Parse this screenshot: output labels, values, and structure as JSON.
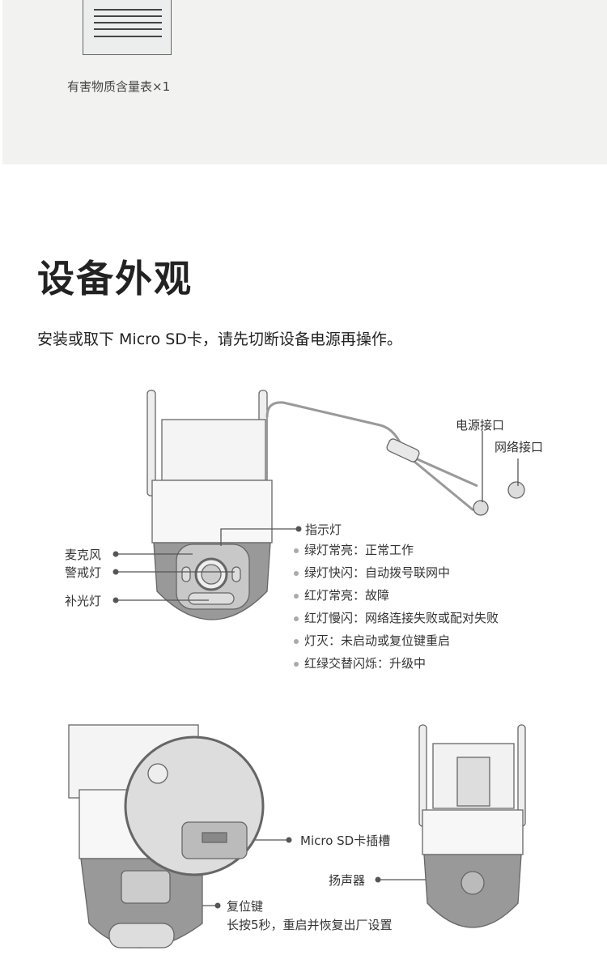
{
  "package": {
    "item_label": "有害物质含量表×1"
  },
  "section": {
    "title": "设备外观",
    "note": "安装或取下 Micro SD卡，请先切断设备电源再操作。"
  },
  "front_view": {
    "power_port": "电源接口",
    "network_port": "网络接口",
    "microphone": "麦克风",
    "warning_light": "警戒灯",
    "fill_light": "补光灯",
    "indicator": "指示灯",
    "indicator_states": [
      "绿灯常亮：正常工作",
      "绿灯快闪：自动拨号联网中",
      "红灯常亮：故障",
      "红灯慢闪：网络连接失败或配对失败",
      "灯灭：未启动或复位键重启",
      "红绿交替闪烁：升级中"
    ]
  },
  "side_view": {
    "sd_slot": "Micro SD卡插槽",
    "speaker": "扬声器",
    "reset_key": "复位键",
    "reset_hint": "长按5秒，重启并恢复出厂设置"
  }
}
